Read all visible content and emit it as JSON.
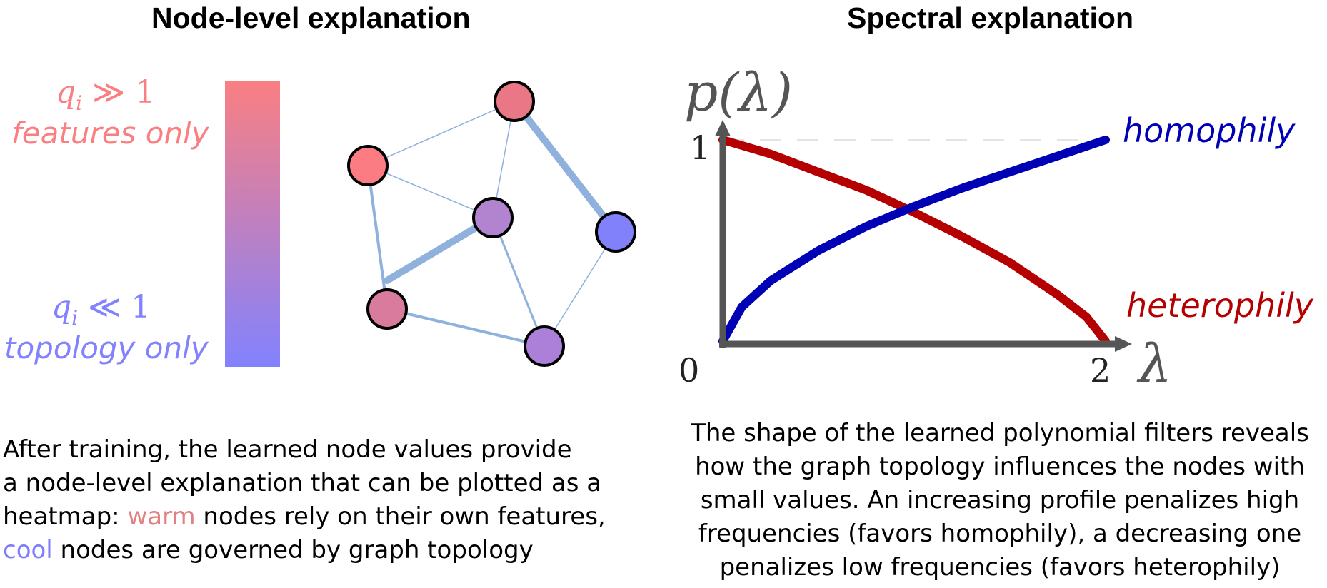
{
  "left_panel": {
    "title": "Node-level explanation",
    "colorbar": {
      "top_q": "q",
      "top_sub": "i",
      "top_rel": "≫ 1",
      "top_text": "features only",
      "bottom_q": "q",
      "bottom_sub": "i",
      "bottom_rel": "≪ 1",
      "bottom_text": "topology only",
      "top_color": "#fa7f82",
      "bottom_color": "#8282ff"
    },
    "caption": {
      "line1": "After training, the learned node values provide",
      "line2": "a node-level explanation that can be plotted as a",
      "line3_prefix": "heatmap: ",
      "warm": "warm",
      "line3_suffix": " nodes rely on their own features,",
      "cool": "cool",
      "line4_suffix": " nodes are governed by graph topology",
      "warm_color": "#e08080",
      "cool_color": "#7d7dff"
    }
  },
  "right_panel": {
    "title": "Spectral explanation",
    "plot": {
      "y_axis_label": "p(λ)",
      "x_axis_label": "λ",
      "y_tick": "1",
      "origin_tick": "0",
      "x_tick": "2",
      "homophily_label": "homophily",
      "heterophily_label": "heterophily",
      "homophily_color": "#0000b4",
      "heterophily_color": "#b40000"
    },
    "caption": {
      "lines": [
        "The shape of the learned polynomial filters reveals",
        "how the graph topology influences the nodes with",
        "small values. An increasing profile penalizes high",
        "frequencies (favors homophily), a decreasing one",
        "penalizes low frequencies (favors heterophily)"
      ]
    }
  },
  "chart_data": {
    "type": "line",
    "xlabel": "λ",
    "ylabel": "p(λ)",
    "xlim": [
      0,
      2
    ],
    "ylim": [
      0,
      1
    ],
    "series": [
      {
        "name": "homophily",
        "x": [
          0,
          0.1,
          0.25,
          0.5,
          0.75,
          1.0,
          1.25,
          1.5,
          1.75,
          2.0
        ],
        "values": [
          0.0,
          0.17,
          0.3,
          0.45,
          0.57,
          0.67,
          0.76,
          0.84,
          0.92,
          1.0
        ]
      },
      {
        "name": "heterophily",
        "x": [
          0,
          0.25,
          0.5,
          0.75,
          1.0,
          1.25,
          1.5,
          1.75,
          1.9,
          2.0
        ],
        "values": [
          1.0,
          0.93,
          0.84,
          0.75,
          0.64,
          0.52,
          0.39,
          0.23,
          0.12,
          0.0
        ]
      }
    ]
  }
}
